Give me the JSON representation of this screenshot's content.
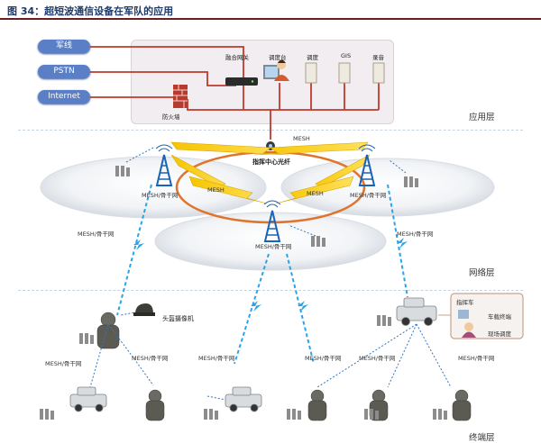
{
  "figure_title": "图 34：超短波通信设备在军队的应用",
  "layers": {
    "application": "应用层",
    "network": "网络层",
    "terminal": "终端层"
  },
  "external_networks": [
    "军线",
    "PSTN",
    "Internet"
  ],
  "app_devices": {
    "gateway": "融合网关",
    "dispatcher": "调度台",
    "recorder": "调度",
    "gis": "GIS",
    "server": "录音",
    "firewall": "防火墙"
  },
  "center": "指挥中心光纤",
  "links": {
    "mesh": "MESH",
    "mesh_relay": "MESH/骨干网"
  },
  "headset": "头盔摄像机",
  "vehicle_panel": [
    "指挥车",
    "车载终端",
    "现场调度"
  ]
}
